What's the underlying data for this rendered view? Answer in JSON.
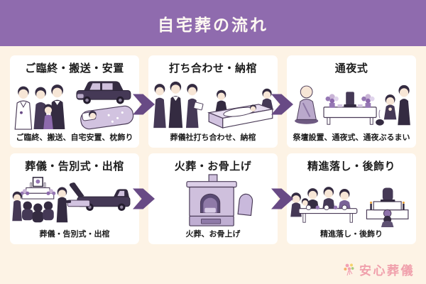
{
  "header": {
    "title": "自宅葬の流れ",
    "background_color": "#8f6bae",
    "text_color": "#fdf8f2"
  },
  "page_background_color": "#fdf3e5",
  "panel_background_color": "#ffffff",
  "arrow_color": "#684a85",
  "arrow_icon": "chevron-right-arrow-icon",
  "steps": [
    {
      "title": "ご臨終・搬送・安置",
      "caption": "ご臨終、搬送、自宅安置、枕飾り",
      "illustration": "doctor-family-hearse-and-deceased-in-futon"
    },
    {
      "title": "打ち合わせ・納棺",
      "caption": "葬儀社打ち合わせ、納棺",
      "illustration": "family-meeting-funeral-director-and-casketing"
    },
    {
      "title": "通夜式",
      "caption": "祭壇設置、通夜式、通夜ぶるまい",
      "illustration": "monk-altar-and-praying-mourners"
    },
    {
      "title": "葬儀・告別式・出棺",
      "caption": "葬儀・告別式・出棺",
      "illustration": "funeral-altar-mourners-and-casket-into-hearse"
    },
    {
      "title": "火葬・お骨上げ",
      "caption": "火葬、お骨上げ",
      "illustration": "cremation-furnace"
    },
    {
      "title": "精進落し・後飾り",
      "caption": "精進落し・後飾り",
      "illustration": "family-repast-and-after-altar"
    }
  ],
  "logo": {
    "text": "安心葬儀",
    "icon": "flower-bouquet-icon",
    "color": "#f0a0ac"
  }
}
